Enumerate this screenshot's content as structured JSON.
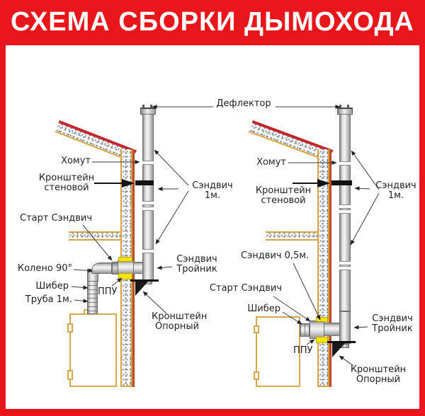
{
  "banner": {
    "title": "СХЕМА СБОРКИ ДЫМОХОДА"
  },
  "shared": {
    "deflector": "Дефлектор"
  },
  "left": {
    "khomut": "Хомут",
    "wall_bracket": "Кронштейн\nстеновой",
    "start_sandwich": "Старт Сэндвич",
    "sandwich_1m": "Сэндвич\n1м.",
    "elbow_90": "Колено 90°",
    "shiber": "Шибер",
    "truba_1m": "Труба 1м.",
    "ppu": "ППУ",
    "sandwich_tee": "Сэндвич\nТройник",
    "support_bracket": "Кронштейн\nОпорный"
  },
  "right": {
    "khomut": "Хомут",
    "wall_bracket": "Кронштейн\nстеновой",
    "sandwich_1m": "Сэндвич\n1м.",
    "sandwich_05m": "Сэндвич 0,5м.",
    "start_sandwich": "Старт Сэндвич",
    "shiber": "Шибер",
    "ppu": "ППУ",
    "sandwich_tee": "Сэндвич\nТройник",
    "support_bracket": "Кронштейн\nОпорный"
  },
  "colors": {
    "banner_red": "#e8161b",
    "roof_red": "#c1272d",
    "wood_tan": "#d9a23b",
    "ppu_yellow": "#f6e400"
  }
}
